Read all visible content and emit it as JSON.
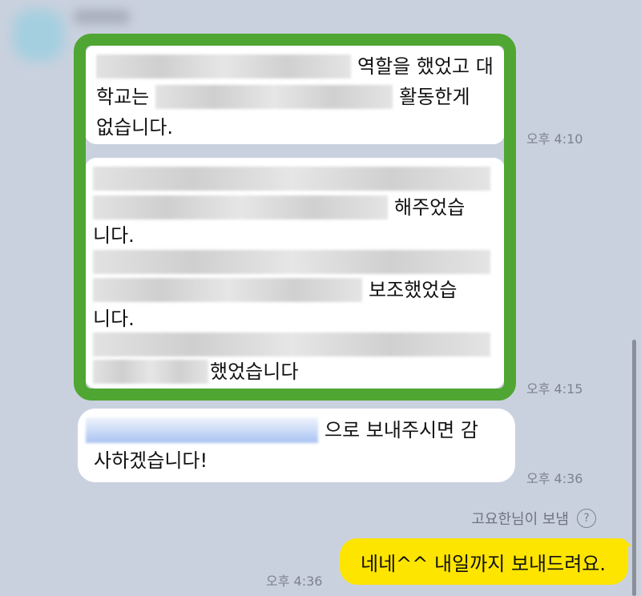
{
  "chat": {
    "sender": {
      "name": "",
      "avatar": "blurred-avatar"
    },
    "highlight_color": "#4fa632",
    "received_messages": [
      {
        "lines": [
          {
            "redacted": true,
            "text": "역할을 했었고 대"
          },
          {
            "prefix": "학교는",
            "redacted": true,
            "text": "활동한게"
          },
          {
            "text": "없습니다."
          }
        ],
        "time": "오후 4:10"
      },
      {
        "lines": [
          {
            "redacted": true,
            "text": ""
          },
          {
            "redacted": true,
            "text": "해주었습"
          },
          {
            "text": "니다."
          },
          {
            "redacted": true,
            "text": ""
          },
          {
            "redacted": true,
            "text": "보조했었습"
          },
          {
            "text": "니다."
          },
          {
            "redacted": true,
            "text": ""
          },
          {
            "redacted": true,
            "text": "했었습니다"
          }
        ],
        "time": "오후 4:15"
      },
      {
        "lines": [
          {
            "redacted_link": true,
            "text": "으로 보내주시면 감"
          },
          {
            "text": "사하겠습니다!"
          }
        ],
        "time": "오후 4:36"
      }
    ],
    "sent_by_label": "고요한님이 보냄",
    "help_icon": "question-circle-icon",
    "my_message": {
      "text": "네네^^ 내일까지 보내드려요.",
      "time": "오후 4:36",
      "bubble_color": "#fde500"
    },
    "background_color": "#cad1de"
  }
}
